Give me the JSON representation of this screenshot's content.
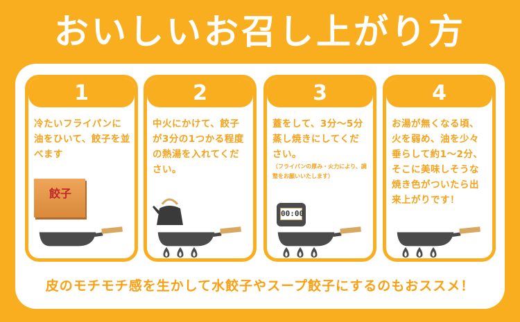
{
  "title": "おいしいお召し上がり方",
  "steps": [
    {
      "number": "1",
      "text": "冷たいフライパンに油をひいて、餃子を並べます",
      "image": "gyoza-box",
      "box_label": "餃子"
    },
    {
      "number": "2",
      "text": "中火にかけて、餃子が3分の1つかる程度の熱湯を入れてください。",
      "image": "kettle"
    },
    {
      "number": "3",
      "text": "蓋をして、3分〜5分蒸し焼きにしてください。",
      "note": "（フライパンの厚み・火力により、調整をお願いいたします）",
      "image": "timer",
      "timer_display": "00:00"
    },
    {
      "number": "4",
      "text": "お湯が無くなる頃、火を弱め、油を少々垂らして約1〜2分、そこに美味しそうな焼き色がついたら出来上がりです！",
      "image": "pan"
    }
  ],
  "footer": "皮のモチモチ感を生かして水餃子やスープ餃子にするのもおススメ！",
  "colors": {
    "orange": "#F9AE1F",
    "text": "#F5A11A",
    "pan": "#4A4A4A",
    "handle": "#D9A860"
  }
}
